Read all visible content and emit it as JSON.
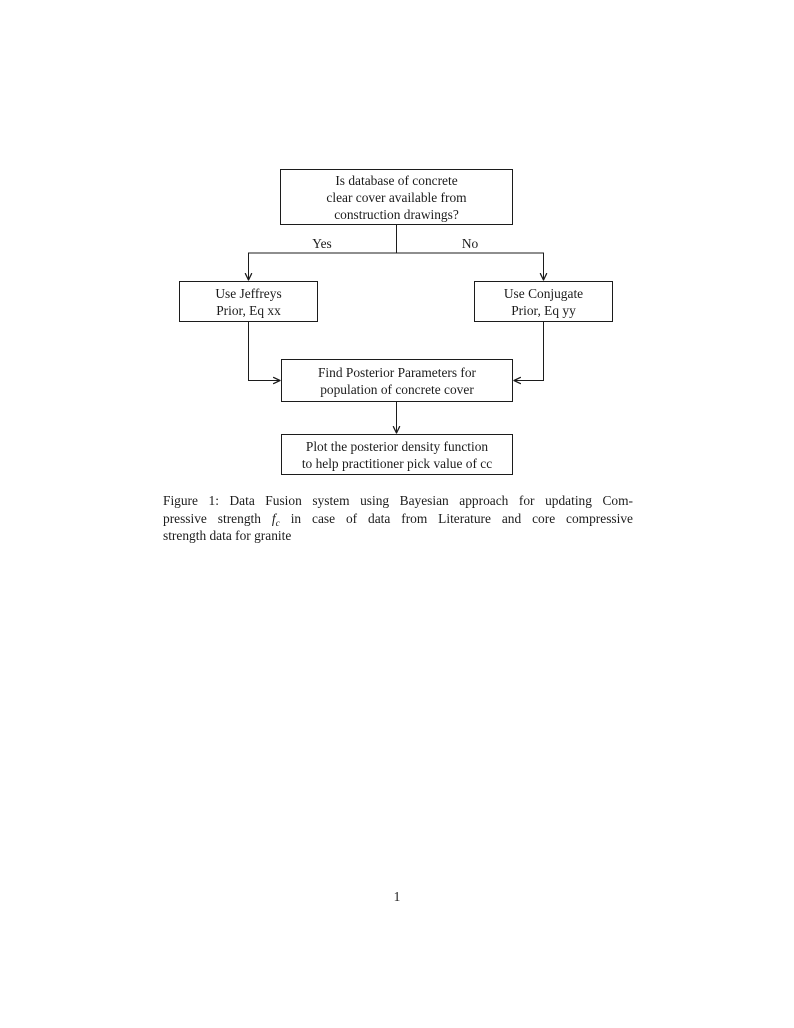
{
  "page": {
    "page_number": "1",
    "background_color": "#ffffff",
    "ink_color": "#1c1c1c"
  },
  "flowchart": {
    "nodes": {
      "question": {
        "lines": [
          "Is database of concrete",
          "clear cover available from",
          "construction drawings?"
        ]
      },
      "jeffreys": {
        "lines": [
          "Use Jeffreys",
          "Prior, Eq xx"
        ]
      },
      "conjugate": {
        "lines": [
          "Use Conjugate",
          "Prior, Eq yy"
        ]
      },
      "posterior": {
        "lines": [
          "Find Posterior Parameters for",
          "population of concrete cover"
        ]
      },
      "plot": {
        "lines": [
          "Plot the posterior density function",
          "to help practitioner pick value of cc"
        ]
      }
    },
    "edge_labels": {
      "yes": "Yes",
      "no": "No"
    }
  },
  "caption": {
    "line1": "Figure 1: Data Fusion system using Bayesian approach for updating Com-",
    "line2_pre": "pressive strength",
    "math_f": "f",
    "math_sub": "c",
    "line2_post": "in case of data from Literature and core compressive",
    "line3": "strength data for granite"
  }
}
